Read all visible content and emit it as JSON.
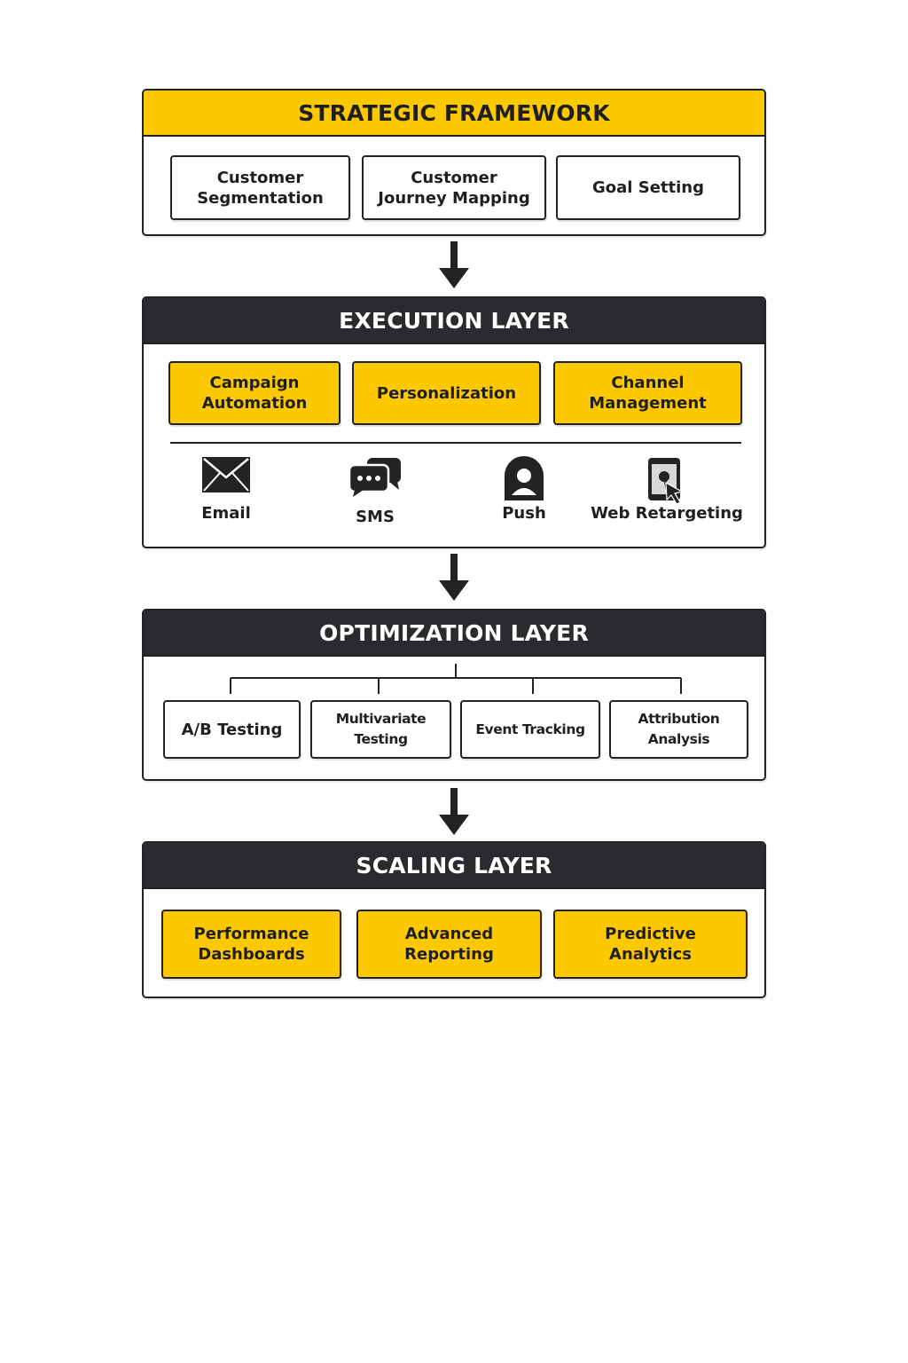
{
  "layers": {
    "strategic": {
      "title": "STRATEGIC FRAMEWORK",
      "items": [
        "Customer Segmentation",
        "Customer Journey Mapping",
        "Goal Setting"
      ]
    },
    "execution": {
      "title": "EXECUTION LAYER",
      "items": [
        "Campaign Automation",
        "Personalization",
        "Channel Management"
      ],
      "channels": [
        {
          "label": "Email",
          "icon": "envelope-icon"
        },
        {
          "label": "SMS",
          "icon": "chat-bubbles-icon"
        },
        {
          "label": "Push",
          "icon": "user-badge-icon"
        },
        {
          "label": "Web Retargeting",
          "icon": "tablet-pointer-icon"
        }
      ]
    },
    "optimization": {
      "title": "OPTIMIZATION LAYER",
      "items": [
        "A/B Testing",
        "Multivariate Testing",
        "Event Tracking",
        "Attribution Analysis"
      ]
    },
    "scaling": {
      "title": "SCALING LAYER",
      "items": [
        "Performance Dashboards",
        "Advanced Reporting",
        "Predictive Analytics"
      ]
    }
  },
  "colors": {
    "accent_yellow": "#fcc800",
    "dark_header": "#2a2b2e",
    "outline": "#232326"
  }
}
